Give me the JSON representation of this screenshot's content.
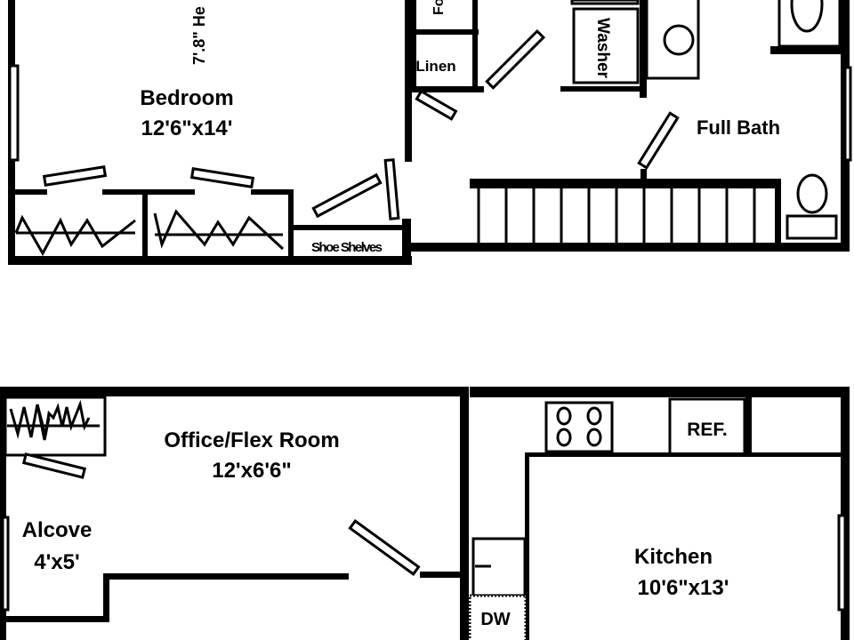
{
  "colors": {
    "walls": "#000000",
    "background": "#ffffff"
  },
  "upper_floor": {
    "bedroom": {
      "name": "Bedroom",
      "size": "12'6\"x14'"
    },
    "ceiling_height": "7'.8\" He",
    "folding_label": "Fo",
    "linen": "Linen",
    "washer": "Washer",
    "shoe_shelves": "Shoe Shelves",
    "full_bath": "Full Bath"
  },
  "lower_floor": {
    "office": {
      "name": "Office/Flex Room",
      "size": "12'x6'6\""
    },
    "alcove": {
      "name": "Alcove",
      "size": "4'x5'"
    },
    "kitchen": {
      "name": "Kitchen",
      "size": "10'6\"x13'"
    },
    "refrigerator": "REF.",
    "dishwasher": "DW"
  }
}
